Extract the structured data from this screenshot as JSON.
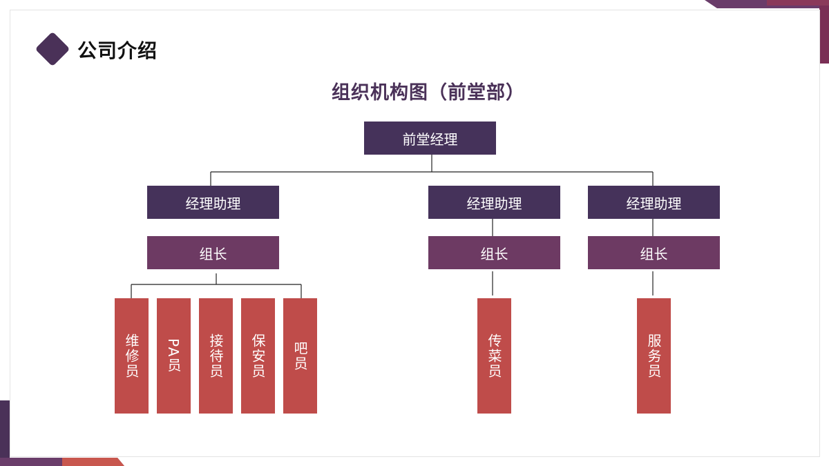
{
  "header": {
    "title": "公司介绍"
  },
  "chart": {
    "title": "组织机构图（前堂部）"
  },
  "org": {
    "root": "前堂经理",
    "branches": [
      {
        "assistant": "经理助理",
        "lead": "组长",
        "staff": [
          "维修员",
          "PA员",
          "接待员",
          "保安员",
          "吧员"
        ]
      },
      {
        "assistant": "经理助理",
        "lead": "组长",
        "staff": [
          "传菜员"
        ]
      },
      {
        "assistant": "经理助理",
        "lead": "组长",
        "staff": [
          "服务员"
        ]
      }
    ]
  },
  "colors": {
    "dark_purple": "#45325a",
    "plum": "#6d3a63",
    "brick_red": "#bf4c4a"
  }
}
